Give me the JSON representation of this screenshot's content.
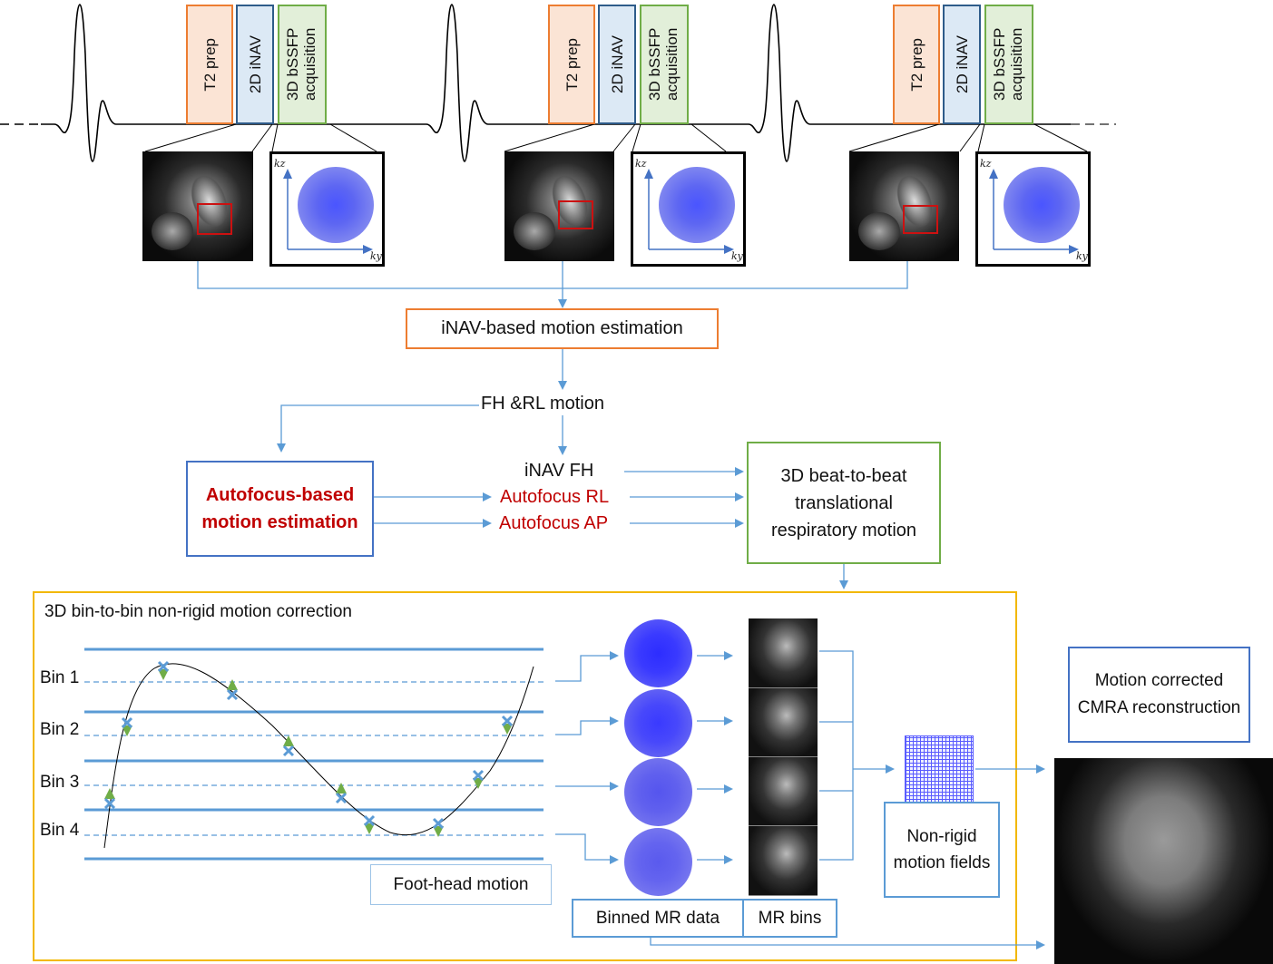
{
  "sequence": {
    "blocks": [
      {
        "label": "T2 prep",
        "color": "#ed7d31",
        "fill": "#fbe4d5"
      },
      {
        "label": "2D iNAV",
        "color": "#2e5c8a",
        "fill": "#dce9f5"
      },
      {
        "label": "3D bSSFP acquisition",
        "color": "#70ad47",
        "fill": "#e2efd9"
      }
    ],
    "beats": 3,
    "kspace_axes": {
      "vertical": "kz",
      "horizontal": "ky"
    }
  },
  "flow": {
    "inav_estimation": "iNAV-based motion estimation",
    "fh_rl_motion": "FH &RL motion",
    "autofocus_box": "Autofocus-based motion estimation",
    "inav_fh": "iNAV FH",
    "autofocus_rl": "Autofocus RL",
    "autofocus_ap": "Autofocus AP",
    "beat_to_beat": "3D beat-to-beat translational respiratory motion"
  },
  "binning": {
    "title": "3D bin-to-bin non-rigid motion correction",
    "bins": [
      "Bin 1",
      "Bin 2",
      "Bin 3",
      "Bin 4"
    ],
    "foot_head_label": "Foot-head motion",
    "binned_data_label": "Binned MR data",
    "mr_bins_label": "MR bins",
    "motion_fields_label": "Non-rigid motion fields",
    "frame_color": "#f2b800"
  },
  "output": {
    "label": "Motion corrected CMRA reconstruction"
  },
  "colors": {
    "arrow": "#5b9bd5",
    "red_text": "#c00000",
    "orange_box": "#ed7d31",
    "blue_box": "#4472c4",
    "green_box": "#70ad47"
  }
}
